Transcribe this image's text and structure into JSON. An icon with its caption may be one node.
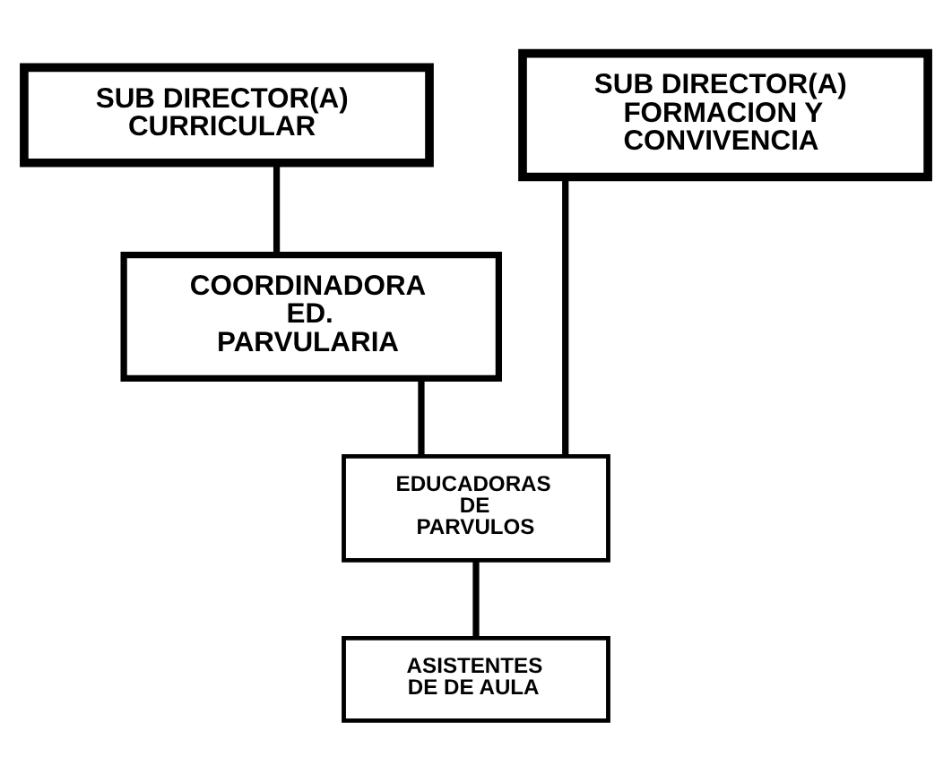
{
  "diagram": {
    "nodes": [
      {
        "text": [
          "SUB DIRECTOR(A) CURRICULAR"
        ]
      },
      {
        "text": [
          "SUB DIRECTOR(A) FORMACION Y CONVIVENCIA"
        ]
      },
      {
        "text": [
          "COORDINADORA ED. PARVULARIA"
        ]
      },
      {
        "text": [
          "EDUCADORAS DE PARVULOS"
        ]
      },
      {
        "text": [
          "ASISTENTES DE DE AULA"
        ]
      }
    ],
    "edges": [
      {
        "from": 0,
        "to": 2,
        "arrow": "none"
      },
      {
        "from": 2,
        "to": 3,
        "arrow": "none"
      },
      {
        "from": 1,
        "to": 3,
        "arrow": "none"
      },
      {
        "from": 3,
        "to": 4,
        "arrow": "none"
      }
    ]
  }
}
